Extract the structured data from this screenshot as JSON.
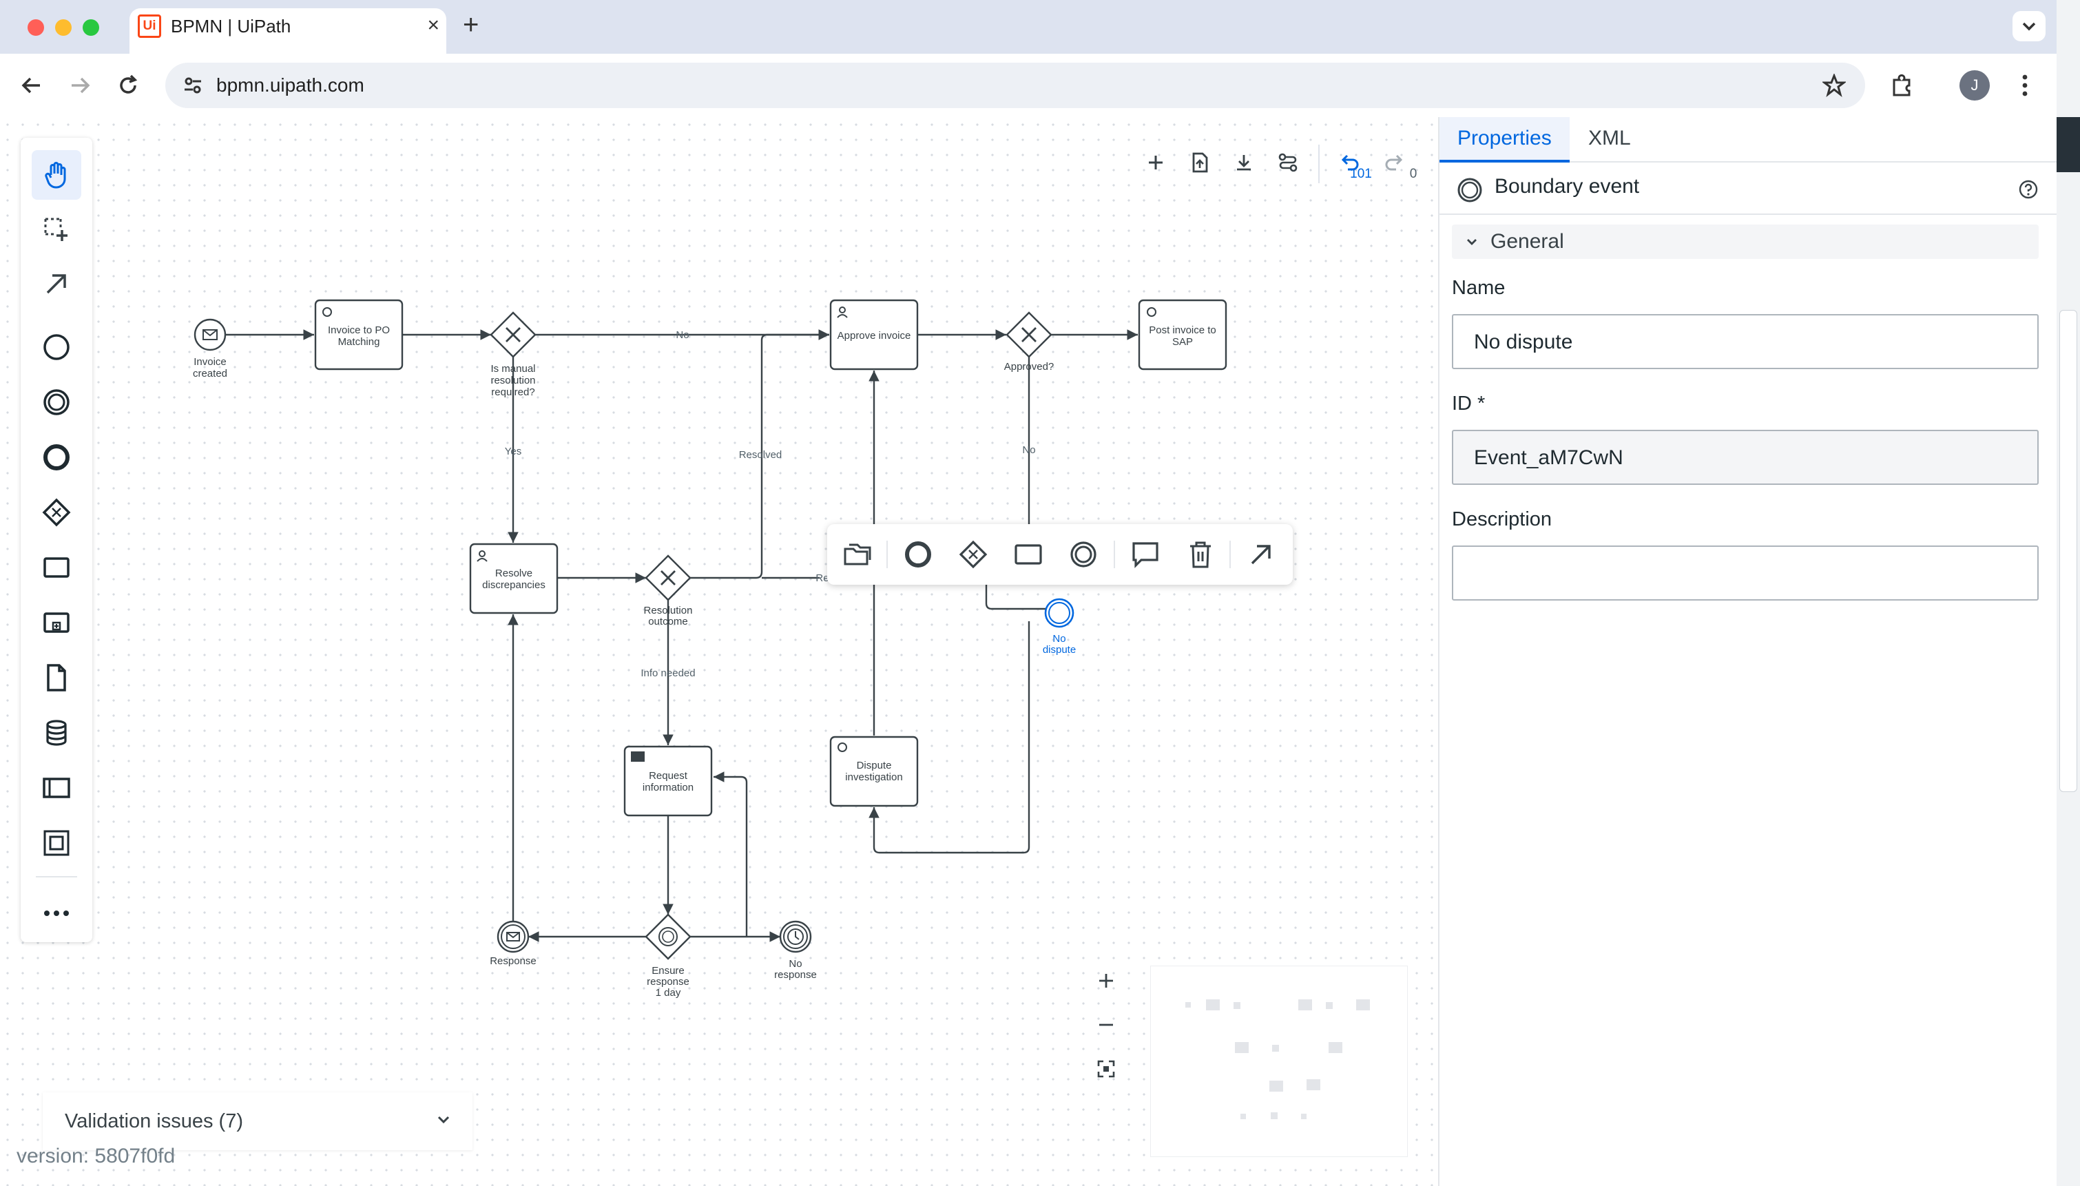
{
  "browser": {
    "tab_title": "BPMN | UiPath",
    "favicon_text": "Ui",
    "url": "bpmn.uipath.com",
    "profile_initial": "J"
  },
  "toolbar": {
    "undo_count": "101",
    "redo_count": "0"
  },
  "diagram": {
    "elements": {
      "start_event_label": [
        "Invoice",
        "created"
      ],
      "task_po_matching": [
        "Invoice to PO",
        "Matching"
      ],
      "gateway_manual": [
        "Is manual",
        "resolution",
        "required?"
      ],
      "task_approve": [
        "Approve invoice"
      ],
      "gateway_approved": [
        "Approved?"
      ],
      "task_post_sap": [
        "Post invoice to",
        "SAP"
      ],
      "task_resolve": [
        "Resolve",
        "discrepancies"
      ],
      "gateway_resolution": [
        "Resolution",
        "outcome"
      ],
      "task_request": [
        "Request",
        "information"
      ],
      "task_dispute": [
        "Dispute",
        "investigation"
      ],
      "boundary_event": [
        "No",
        "dispute"
      ],
      "event_response": [
        "Response"
      ],
      "gateway_ensure": [
        "Ensure",
        "response",
        "1 day"
      ],
      "event_no_response": [
        "No",
        "response"
      ]
    },
    "flow_labels": {
      "no_top": "No",
      "yes": "Yes",
      "resolved": "Resolved",
      "no_approved": "No",
      "info_needed": "Info needed",
      "re_partial": "Re"
    }
  },
  "validation": {
    "label": "Validation issues (7)"
  },
  "version": "version: 5807f0fd",
  "panel": {
    "tabs": [
      "Properties",
      "XML"
    ],
    "element_type": "Boundary event",
    "section": "General",
    "name_label": "Name",
    "name_value": "No dispute",
    "id_label": "ID *",
    "id_value": "Event_aM7CwN",
    "description_label": "Description",
    "description_value": ""
  },
  "colors": {
    "accent": "#0067df",
    "selected_event": "#0067df",
    "diagram_stroke": "#394247"
  }
}
